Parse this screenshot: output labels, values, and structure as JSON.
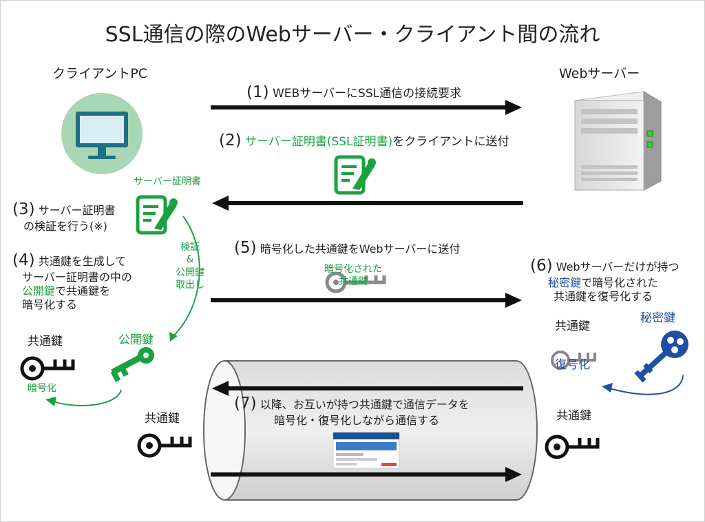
{
  "title": "SSL通信の際のWebサーバー・クライアント間の流れ",
  "client": {
    "label": "クライアントPC"
  },
  "server": {
    "label": "Webサーバー"
  },
  "steps": {
    "s1": {
      "num": "(1)",
      "text": "WEBサーバーにSSL通信の接続要求"
    },
    "s2": {
      "num": "(2)",
      "text_green": "サーバー証明書(SSL証明書)",
      "text_rest": "をクライアントに送付"
    },
    "s3": {
      "num": "(3)",
      "line1": "サーバー証明書",
      "line2": "の検証を行う(※)"
    },
    "s4": {
      "num": "(4)",
      "line1": "共通鍵を生成して",
      "line2": "サーバー証明書の中の",
      "line3_green": "公開鍵",
      "line3_rest": "で共通鍵を",
      "line4": "暗号化する"
    },
    "s5": {
      "num": "(5)",
      "text": "暗号化した共通鍵をWebサーバーに送付"
    },
    "s6": {
      "num": "(6)",
      "line1": "Webサーバーだけが持つ",
      "line2_blue": "秘密鍵",
      "line2_rest": "で暗号化された",
      "line3": "共通鍵を復号化する"
    },
    "s7": {
      "num": "(7)",
      "line1": "以降、お互いが持つ共通鍵で通信データを",
      "line2": "暗号化・復号化しながら通信する"
    }
  },
  "labels": {
    "server_cert": "サーバー証明書",
    "verify": "検証\n&\n公開鍵\n取出し",
    "public_key": "公開鍵",
    "common_key": "共通鍵",
    "encrypt": "暗号化",
    "encrypted_common_key": "暗号化された\n共通鍵",
    "private_key": "秘密鍵",
    "decrypt": "復号化"
  },
  "colors": {
    "green": "#1aa241",
    "blue": "#1f4fa3",
    "monitor_circle": "#a9d6b3",
    "monitor_body": "#1f6f86",
    "monitor_screen": "#d9eef3"
  },
  "icons": [
    "monitor-icon",
    "server-icon",
    "certificate-icon",
    "key-icon"
  ]
}
